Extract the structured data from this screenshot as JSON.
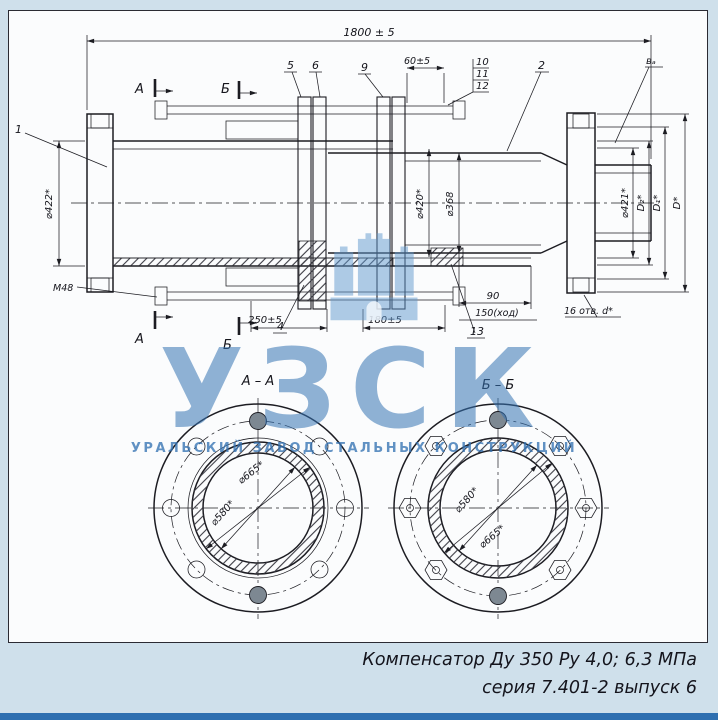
{
  "colors": {
    "page_bg": "#cfe0eb",
    "paper_bg": "#fbfcfd",
    "line": "#1c1c22",
    "watermark_blue": "#3472b2",
    "footer_strip": "#2e6fb0"
  },
  "watermark": {
    "acronym": "УЗСК",
    "full_name": "УРАЛЬСКИЙ ЗАВОД СТАЛЬНЫХ КОНСТРУКЦИЙ"
  },
  "caption": {
    "line1": "Компенсатор Ду 350 Ру 4,0; 6,3 МПа",
    "line2": "серия 7.401-2 выпуск 6"
  },
  "main_view": {
    "overall_length": "1800 ± 5",
    "dim_60": "60±5",
    "dim_250": "250±5",
    "dim_180": "180±5",
    "dim_90": "90",
    "dim_stroke": "150(ход)",
    "dim_holes": "16 отв. d*",
    "dim_d422": "⌀422*",
    "dim_m48": "М48",
    "dim_d420": "⌀420*",
    "dim_d368": "⌀368",
    "dim_d421": "⌀421*",
    "dim_D2": "D₂*",
    "dim_D1": "D₁*",
    "dim_D": "D*",
    "dim_va": "вₐ",
    "section_a": "А",
    "section_b": "Б",
    "parts": {
      "n1": "1",
      "n2": "2",
      "n4": "4",
      "n5": "5",
      "n6": "6",
      "n9": "9",
      "n10": "10",
      "n11": "11",
      "n12": "12",
      "n13": "13"
    }
  },
  "section_views": {
    "a_title": "А – А",
    "b_title": "Б – Б",
    "left": {
      "d580": "⌀580*",
      "d665": "⌀665*"
    },
    "right": {
      "d580": "⌀580*",
      "d665": "⌀665*"
    }
  }
}
